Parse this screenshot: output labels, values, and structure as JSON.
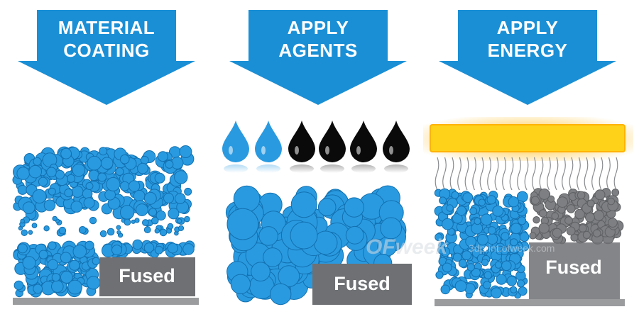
{
  "steps": [
    {
      "line1": "MATERIAL",
      "line2": "COATING",
      "fused_label": "Fused"
    },
    {
      "line1": "APPLY",
      "line2": "AGENTS",
      "fused_label": "Fused"
    },
    {
      "line1": "APPLY",
      "line2": "ENERGY",
      "fused_label": "Fused"
    }
  ],
  "watermark": {
    "brand": "OFweek",
    "url": "3dprint.ofweek.com"
  },
  "colors": {
    "arrow": "#1a8fd6",
    "particle": "#2a9ae0",
    "particle_stroke": "#1270b0",
    "fused_block": "#6e7073",
    "base_bar": "#9a9c9e",
    "energy_bar": "#ffd21a",
    "energy_glow": "#ffb300",
    "agent_blue": "#2a9ae0",
    "agent_black": "#0a0a0a",
    "gray_particle": "#7d7f82"
  }
}
